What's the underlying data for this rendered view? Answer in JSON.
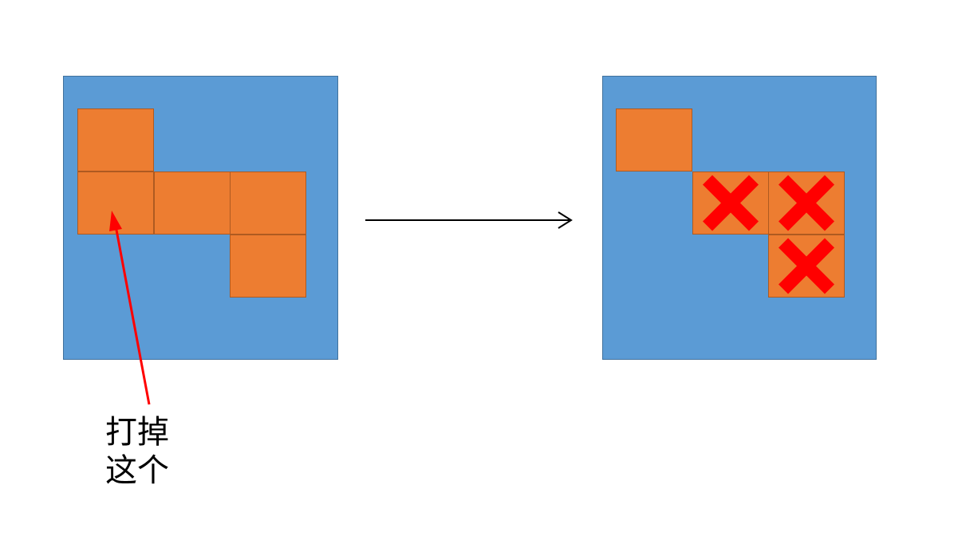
{
  "diagram": {
    "caption_lines": [
      "打掉",
      "这个"
    ],
    "colors": {
      "panel_fill": "#5b9bd5",
      "panel_border": "#41719c",
      "cell_fill": "#ed7d31",
      "cell_border": "#ae5a21",
      "annotation_arrow": "#ff0000",
      "transition_arrow": "#000000",
      "x_mark": "#ff0000"
    },
    "before": {
      "cells": [
        {
          "row": 0,
          "col": 0,
          "removed": false
        },
        {
          "row": 1,
          "col": 0,
          "removed": false,
          "targeted": true
        },
        {
          "row": 1,
          "col": 1,
          "removed": false
        },
        {
          "row": 1,
          "col": 2,
          "removed": false
        },
        {
          "row": 2,
          "col": 2,
          "removed": false
        }
      ]
    },
    "after": {
      "cells": [
        {
          "row": 0,
          "col": 0,
          "removed": false
        },
        {
          "row": 1,
          "col": 1,
          "removed": true
        },
        {
          "row": 1,
          "col": 2,
          "removed": true
        },
        {
          "row": 2,
          "col": 2,
          "removed": true
        }
      ]
    },
    "icons": {
      "transition": "right-arrow-icon",
      "annotation": "red-arrow-icon",
      "removed_marker": "x-mark-icon"
    }
  }
}
